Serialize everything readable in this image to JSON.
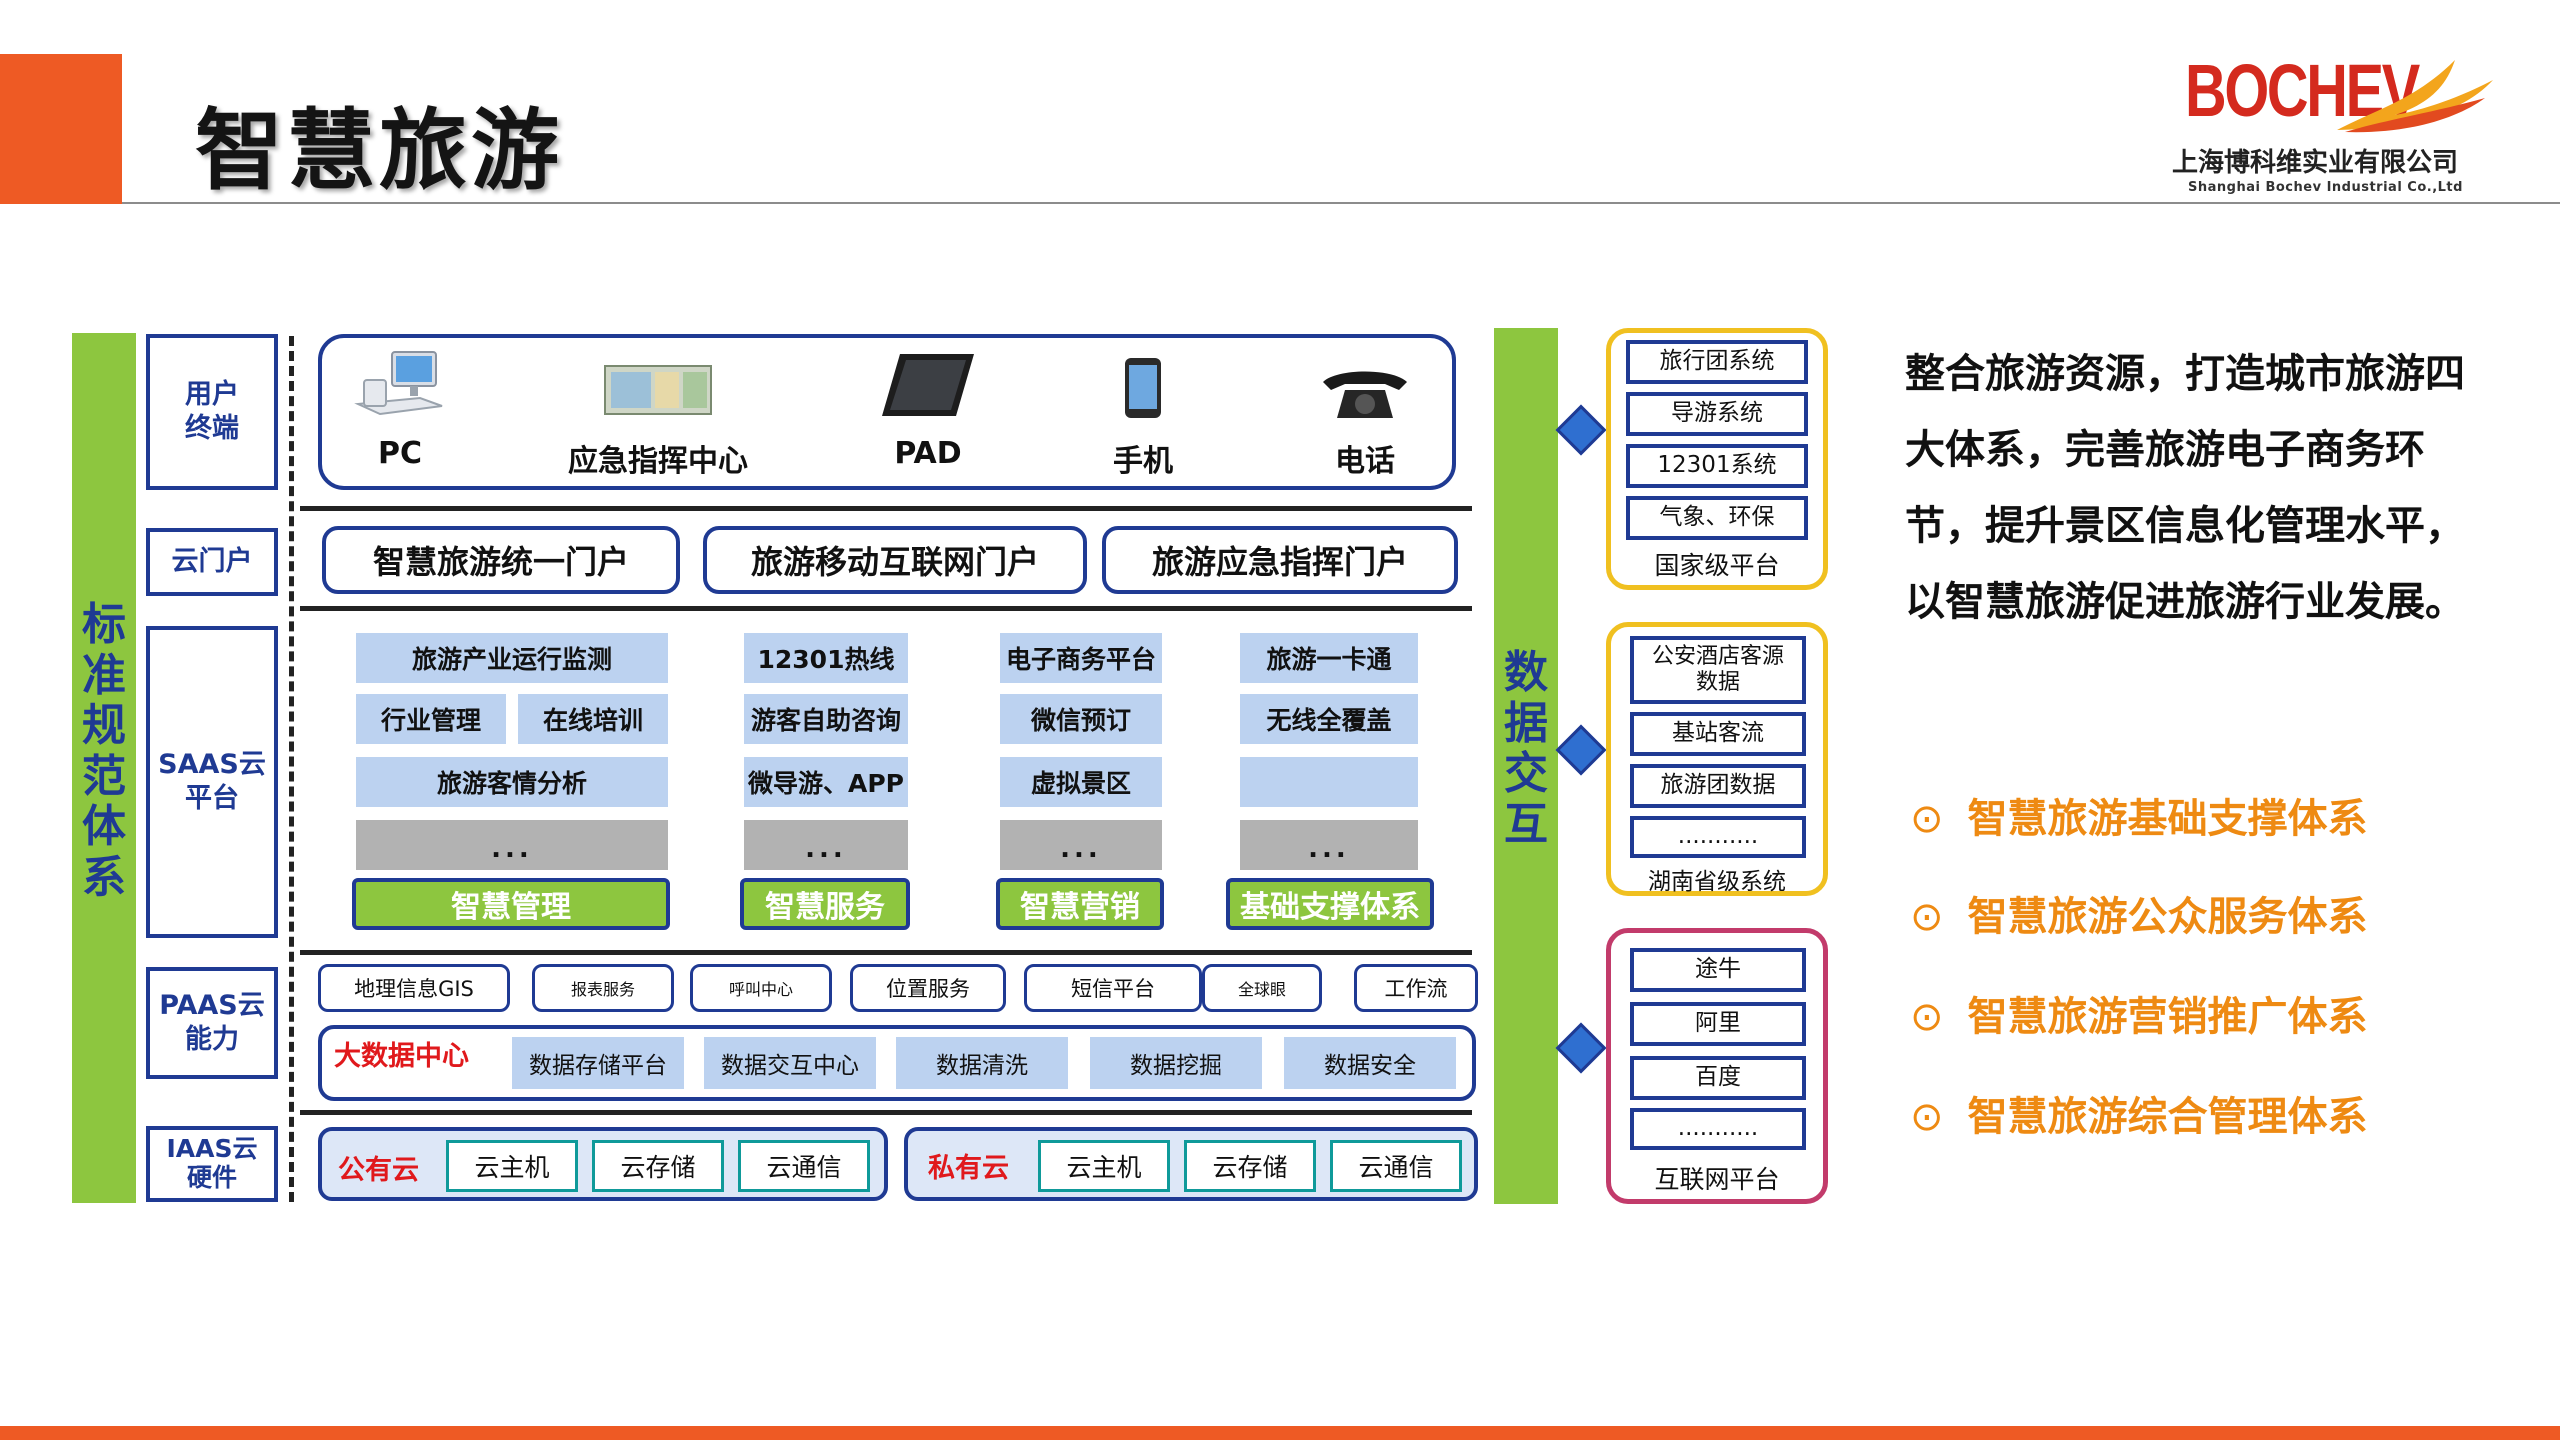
{
  "header": {
    "title": "智慧旅游"
  },
  "logo": {
    "brand": "BOCHEV",
    "company_cn": "上海博科维实业有限公司",
    "company_en": "Shanghai Bochev Industrial Co.,Ltd"
  },
  "diagram": {
    "left_label": "标准规范体系",
    "right_label": "数据交互",
    "rows": {
      "user_terminal": {
        "label": "用户终端",
        "devices": [
          {
            "label": "PC",
            "icon": "pc-icon"
          },
          {
            "label": "应急指挥中心",
            "icon": "command-center-icon"
          },
          {
            "label": "PAD",
            "icon": "tablet-icon"
          },
          {
            "label": "手机",
            "icon": "phone-icon"
          },
          {
            "label": "电话",
            "icon": "telephone-icon"
          }
        ]
      },
      "cloud_portal": {
        "label": "云门户",
        "portals": [
          "智慧旅游统一门户",
          "旅游移动互联网门户",
          "旅游应急指挥门户"
        ]
      },
      "saas": {
        "label": "SAAS云平台",
        "col1": [
          "旅游产业运行监测",
          "行业管理",
          "在线培训",
          "旅游客情分析"
        ],
        "col2": [
          "12301热线",
          "游客自助咨询",
          "微导游、APP"
        ],
        "col3": [
          "电子商务平台",
          "微信预订",
          "虚拟景区"
        ],
        "col4": [
          "旅游一卡通",
          "无线全覆盖",
          ""
        ],
        "ellipsis": "...",
        "modules": [
          "智慧管理",
          "智慧服务",
          "智慧营销",
          "基础支撑体系"
        ]
      },
      "paas": {
        "label": "PAAS云能力",
        "services": [
          "地理信息GIS",
          "报表服务",
          "呼叫中心",
          "位置服务",
          "短信平台",
          "全球眼",
          "工作流"
        ],
        "big_data_label": "大数据中心",
        "big_data_items": [
          "数据存储平台",
          "数据交互中心",
          "数据清洗",
          "数据挖掘",
          "数据安全"
        ]
      },
      "iaas": {
        "label": "IAAS云硬件",
        "public_label": "公有云",
        "private_label": "私有云",
        "items": [
          "云主机",
          "云存储",
          "云通信"
        ]
      }
    },
    "right_groups": [
      {
        "label": "国家级平台",
        "items": [
          "旅行团系统",
          "导游系统",
          "12301系统",
          "气象、环保"
        ]
      },
      {
        "label": "湖南省级系统",
        "items": [
          "公安酒店客源数据",
          "基站客流",
          "旅游团数据",
          "..........."
        ]
      },
      {
        "label": "互联网平台",
        "items": [
          "途牛",
          "阿里",
          "百度",
          "..........."
        ]
      }
    ]
  },
  "description": "整合旅游资源，打造城市旅游四大体系，完善旅游电子商务环节，提升景区信息化管理水平，以智慧旅游促进旅游行业发展。",
  "bullets": {
    "marker": "⊙",
    "items": [
      "智慧旅游基础支撑体系",
      "智慧旅游公众服务体系",
      "智慧旅游营销推广体系",
      "智慧旅游综合管理体系"
    ]
  },
  "colors": {
    "accent": "#ee5a24",
    "diagram_blue": "#1f3a93",
    "green": "#8dc63f",
    "bullet": "#ee8a12",
    "red": "#e0191c"
  }
}
